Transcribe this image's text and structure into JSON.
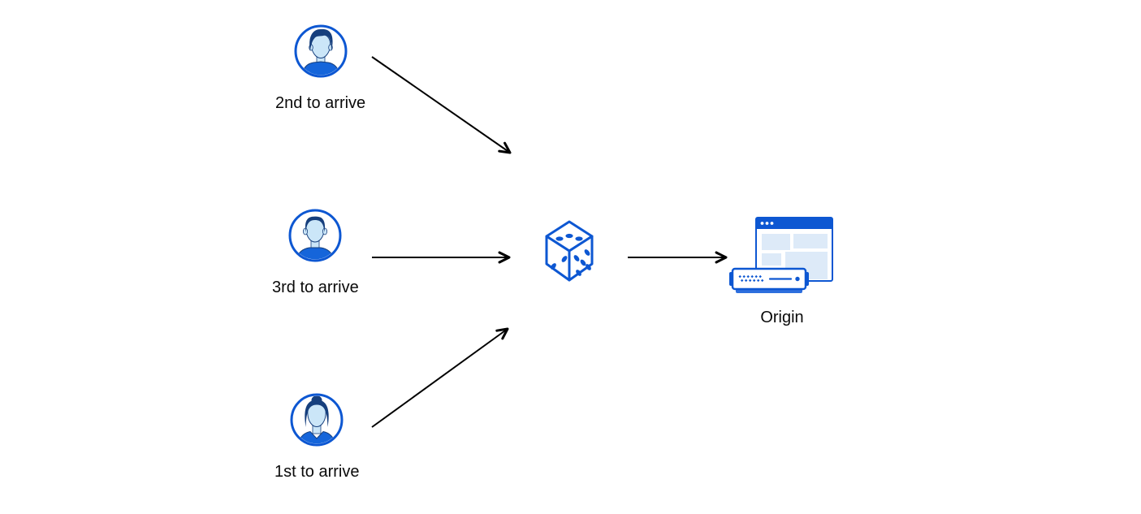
{
  "users": [
    {
      "id": "second",
      "label": "2nd to arrive",
      "icon": "user-avatar-male-swept-hair-icon"
    },
    {
      "id": "third",
      "label": "3rd to arrive",
      "icon": "user-avatar-male-short-hair-icon"
    },
    {
      "id": "first",
      "label": "1st to arrive",
      "icon": "user-avatar-female-icon"
    }
  ],
  "randomizer": {
    "icon": "dice-icon"
  },
  "origin": {
    "label": "Origin",
    "icon": "origin-server-icon"
  },
  "connections": [
    {
      "from": "2nd to arrive",
      "to": "dice"
    },
    {
      "from": "3rd to arrive",
      "to": "dice"
    },
    {
      "from": "1st to arrive",
      "to": "dice"
    },
    {
      "from": "dice",
      "to": "Origin"
    }
  ],
  "colors": {
    "accent": "#0d57d2",
    "navy": "#163f7d",
    "skin": "#cbe6f8",
    "shirt": "#1565da",
    "panel": "#ddeaf8",
    "base_bar": "#2e6fde",
    "arrow": "#000000",
    "text": "#0a0a0a",
    "background": "#ffffff"
  }
}
